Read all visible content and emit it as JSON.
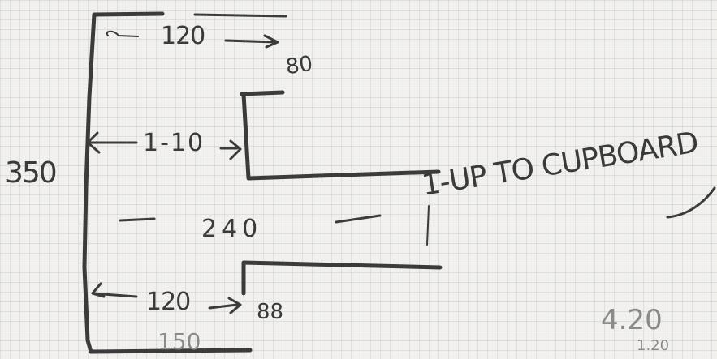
{
  "sketch": {
    "overall_height": "350",
    "top_gap": "120",
    "top_depth": "80",
    "upper_gap": "1-10",
    "opening": "240",
    "lower_gap": "120",
    "lower_depth": "88",
    "bottom_label": "150",
    "note": "1-UP TO CUPBOARD",
    "corner_value": "4.20",
    "corner_sub": "1.20"
  }
}
